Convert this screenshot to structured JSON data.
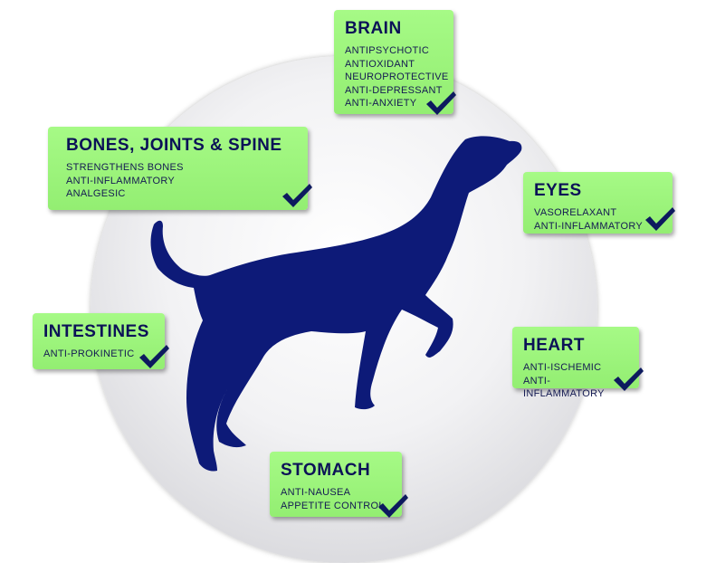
{
  "boxes": {
    "brain": {
      "title": "BRAIN",
      "items": [
        "ANTIPSYCHOTIC",
        "ANTIOXIDANT",
        "NEUROPROTECTIVE",
        "ANTI-DEPRESSANT",
        "ANTI-ANXIETY"
      ]
    },
    "bones": {
      "title": "BONES, JOINTS & SPINE",
      "items": [
        "STRENGTHENS BONES",
        "ANTI-INFLAMMATORY",
        "ANALGESIC"
      ]
    },
    "eyes": {
      "title": "EYES",
      "items": [
        "VASORELAXANT",
        "ANTI-INFLAMMATORY"
      ]
    },
    "intestines": {
      "title": "INTESTINES",
      "items": [
        "ANTI-PROKINETIC"
      ]
    },
    "heart": {
      "title": "HEART",
      "items": [
        "ANTI-ISCHEMIC",
        "ANTI-INFLAMMATORY"
      ]
    },
    "stomach": {
      "title": "STOMACH",
      "items": [
        "ANTI-NAUSEA",
        "APPETITE CONTROL"
      ]
    }
  },
  "colors": {
    "box_green": "#9af57a",
    "navy": "#0d1a78",
    "check": "#0d1a5e"
  },
  "icons": {
    "check": "checkmark-icon",
    "dog": "dog-silhouette-icon"
  }
}
